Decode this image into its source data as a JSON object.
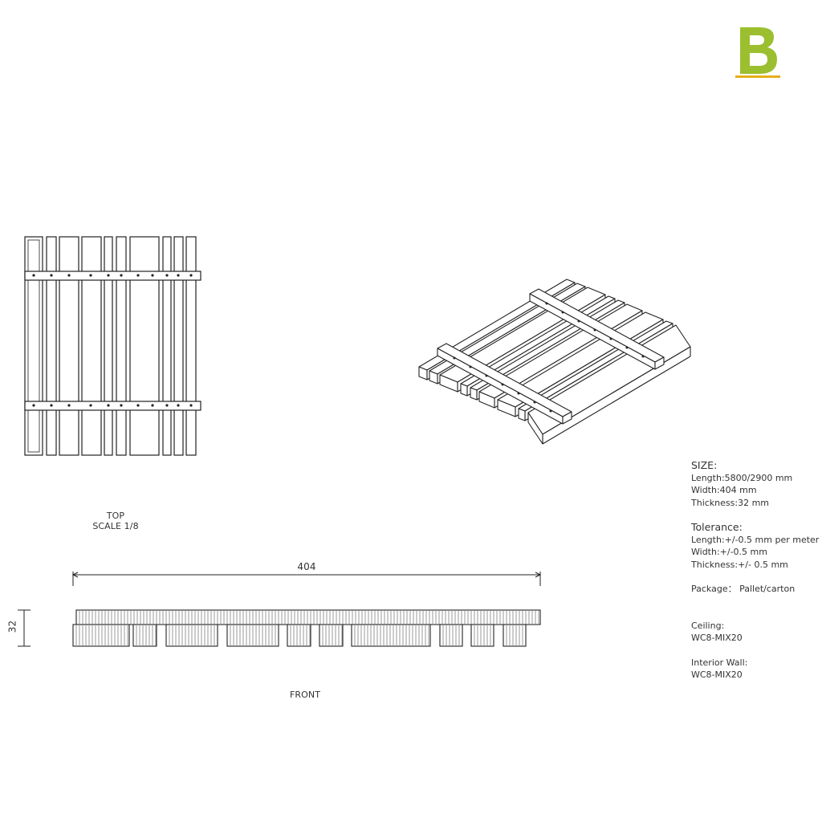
{
  "logo": {
    "letter": "B",
    "color": "#9bbf2e",
    "underline_color": "#e6ae1a"
  },
  "top_view": {
    "title": "TOP",
    "scale": "SCALE 1/8"
  },
  "front_view": {
    "title": "FRONT",
    "width_dim": "404",
    "height_dim": "32"
  },
  "specs": {
    "size_heading": "SIZE:",
    "length": "Length:5800/2900 mm",
    "width": "Width:404 mm",
    "thickness": "Thickness:32 mm",
    "tolerance_heading": "Tolerance:",
    "tol_length": "Length:+/-0.5 mm per meter",
    "tol_width": "Width:+/-0.5 mm",
    "tol_thickness": "Thickness:+/- 0.5 mm",
    "package": "Package： Pallet/carton",
    "ceiling_heading": "Ceiling:",
    "ceiling_code": "WC8-MIX20",
    "interior_heading": "Interior Wall:",
    "interior_code": "WC8-MIX20"
  }
}
